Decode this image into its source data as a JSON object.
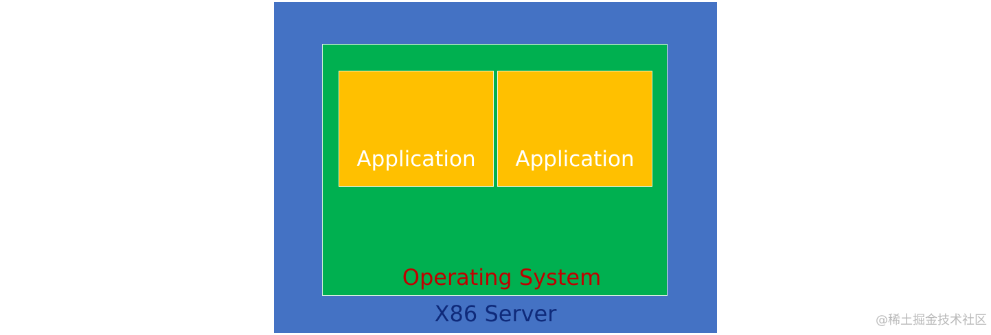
{
  "diagram": {
    "server": {
      "label": "X86 Server",
      "color": "#4472C4",
      "label_color": "#0F2A7A"
    },
    "os": {
      "label": "Operating System",
      "color": "#00B050",
      "label_color": "#C00000"
    },
    "applications": [
      {
        "label": "Application",
        "color": "#FFC000"
      },
      {
        "label": "Application",
        "color": "#FFC000"
      }
    ]
  },
  "watermark": "@稀土掘金技术社区"
}
